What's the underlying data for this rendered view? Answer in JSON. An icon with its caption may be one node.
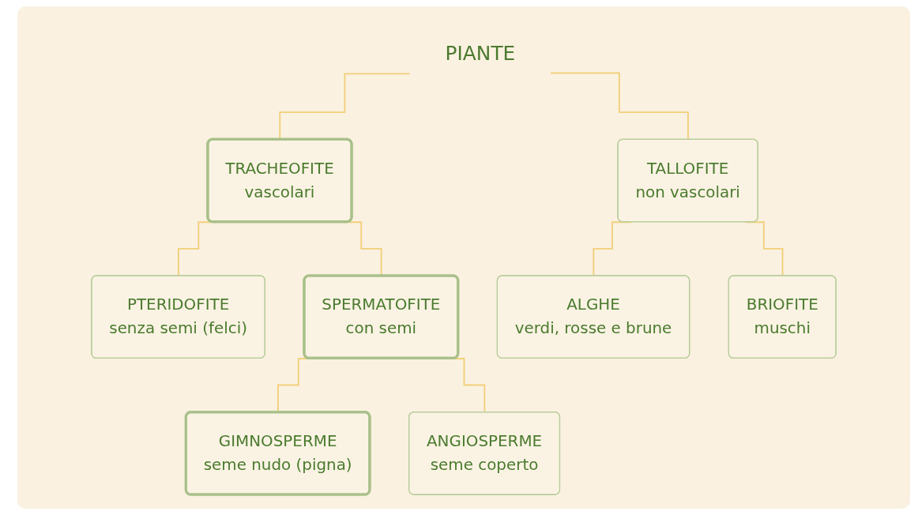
{
  "diagram": {
    "nodes": [
      {
        "text": [
          "PIANTE"
        ]
      },
      {
        "text": [
          "TRACHEOFITE",
          "vascolari"
        ]
      },
      {
        "text": [
          "TALLOFITE",
          "non vascolari"
        ]
      },
      {
        "text": [
          "PTERIDOFITE",
          "senza semi (felci)"
        ]
      },
      {
        "text": [
          "SPERMATOFITE",
          "con semi"
        ]
      },
      {
        "text": [
          "ALGHE",
          "verdi, rosse e brune"
        ]
      },
      {
        "text": [
          "GIMNOSPERME",
          "seme nudo (pigna)"
        ]
      },
      {
        "text": [
          "ANGIOSPERME",
          "seme coperto"
        ]
      },
      {
        "text": [
          "BRIOFITE",
          "muschi"
        ]
      }
    ],
    "edges": [
      {
        "from": 0,
        "to": 1,
        "arrow": "none"
      },
      {
        "from": 0,
        "to": 2,
        "arrow": "none"
      },
      {
        "from": 1,
        "to": 3,
        "arrow": "none"
      },
      {
        "from": 1,
        "to": 4,
        "arrow": "none"
      },
      {
        "from": 2,
        "to": 5,
        "arrow": "none"
      },
      {
        "from": 2,
        "to": 8,
        "arrow": "none"
      },
      {
        "from": 4,
        "to": 6,
        "arrow": "none"
      },
      {
        "from": 4,
        "to": 7,
        "arrow": "none"
      }
    ]
  }
}
